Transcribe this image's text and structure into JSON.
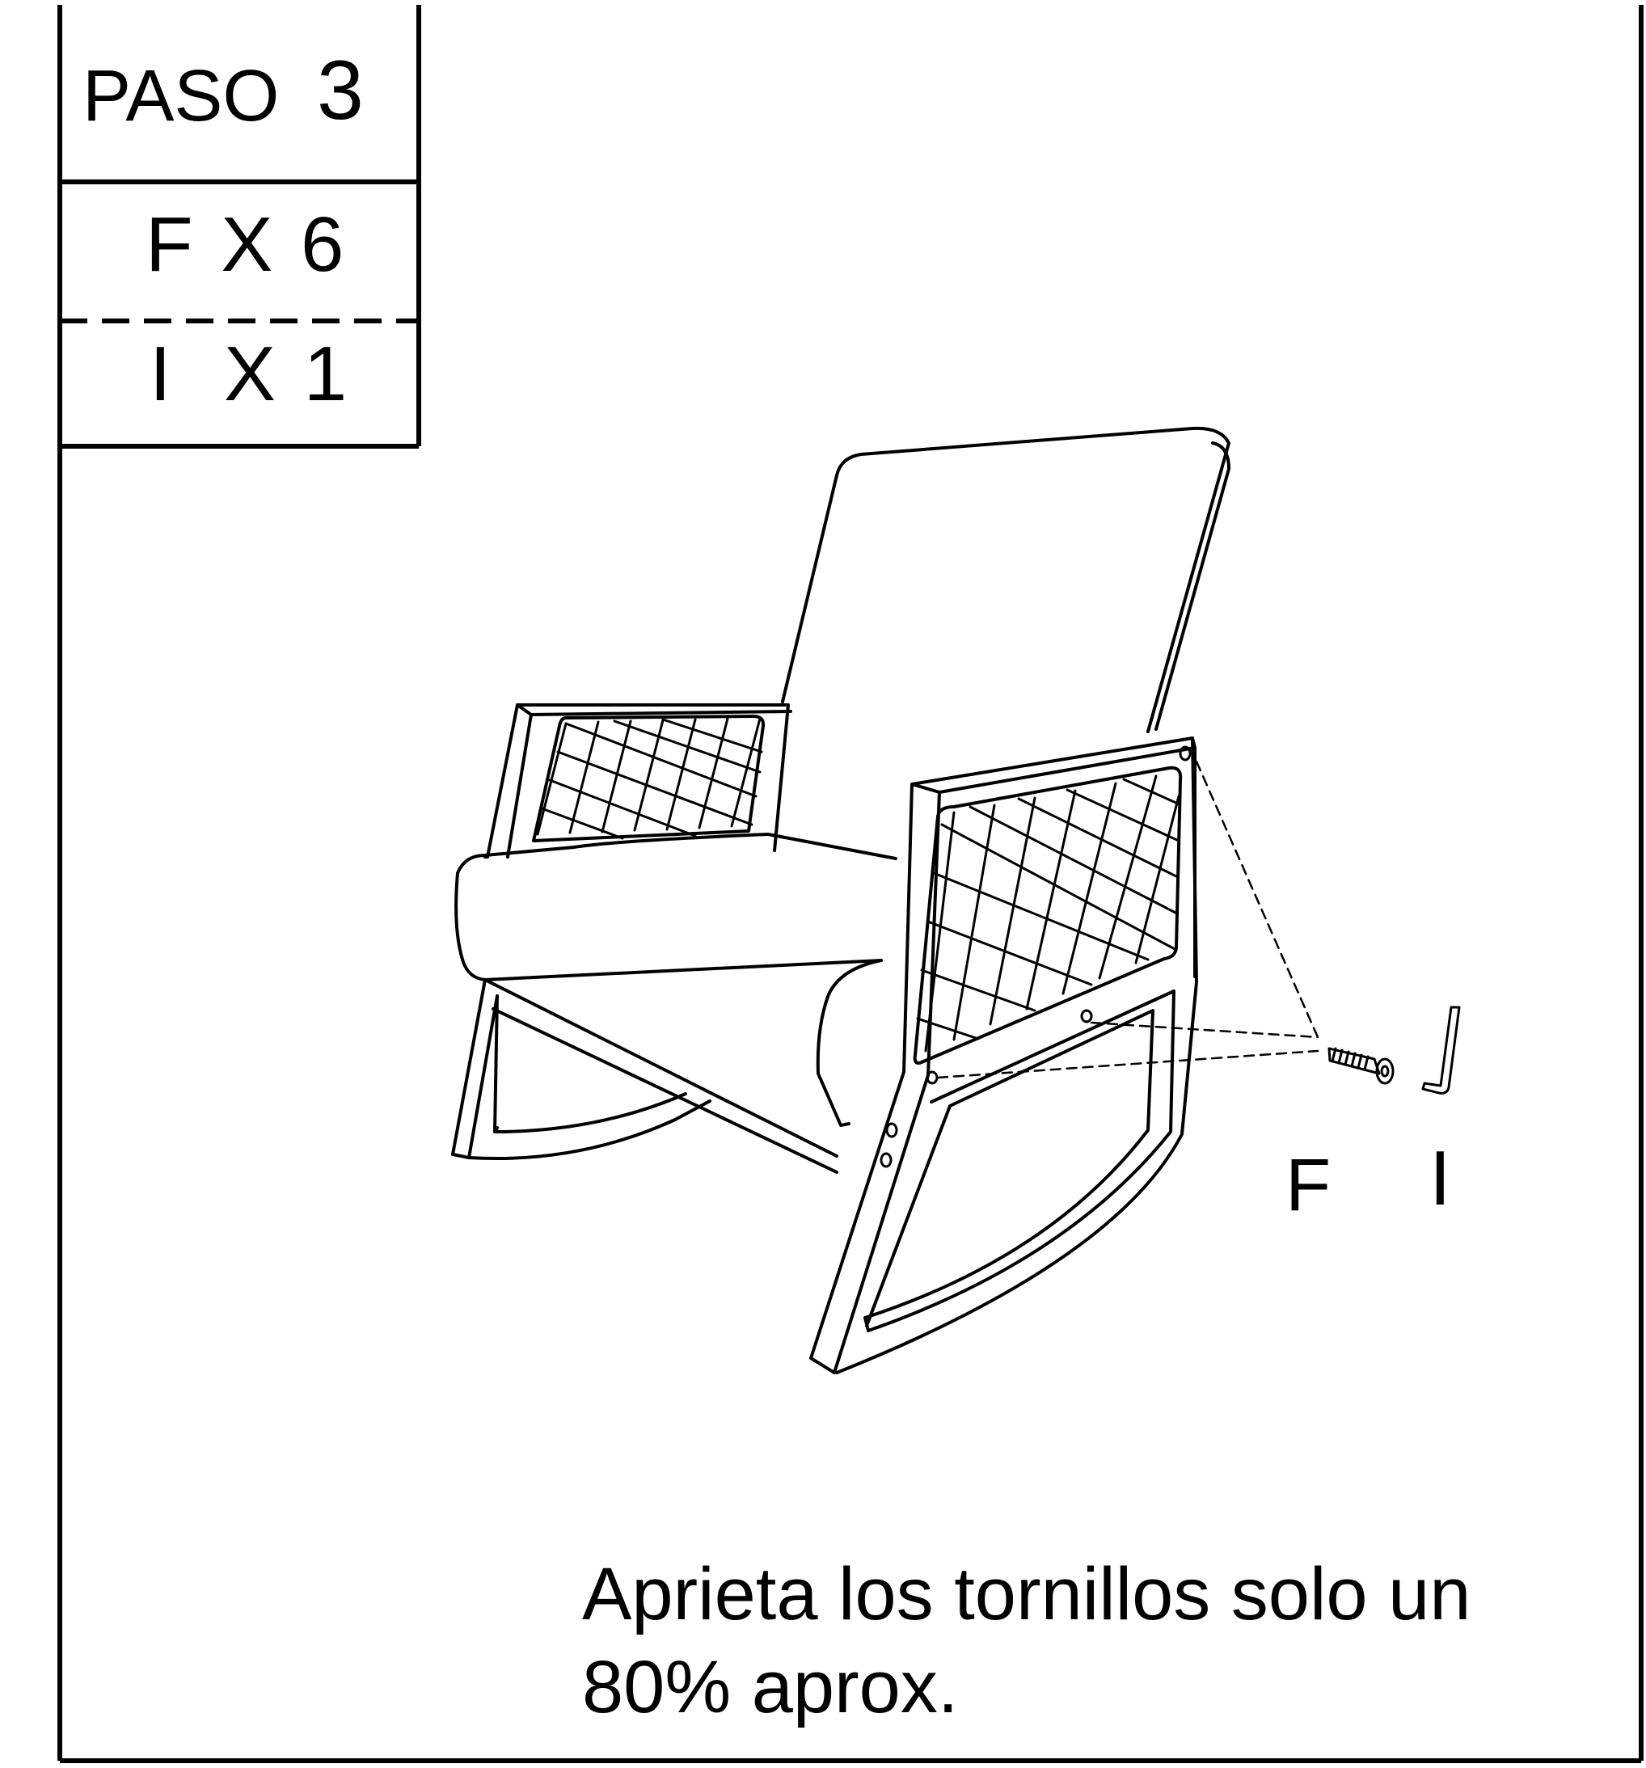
{
  "step": {
    "word": "PASO",
    "number": "3"
  },
  "parts": [
    {
      "letter": "F",
      "text": "F X 6"
    },
    {
      "letter": "I",
      "text": "I  X 1"
    }
  ],
  "callouts": {
    "screw": "F",
    "hex_key": "I"
  },
  "instruction": "Aprieta los tornillos solo un\n80% aprox.",
  "colors": {
    "ink": "#000000",
    "background": "#ffffff"
  }
}
